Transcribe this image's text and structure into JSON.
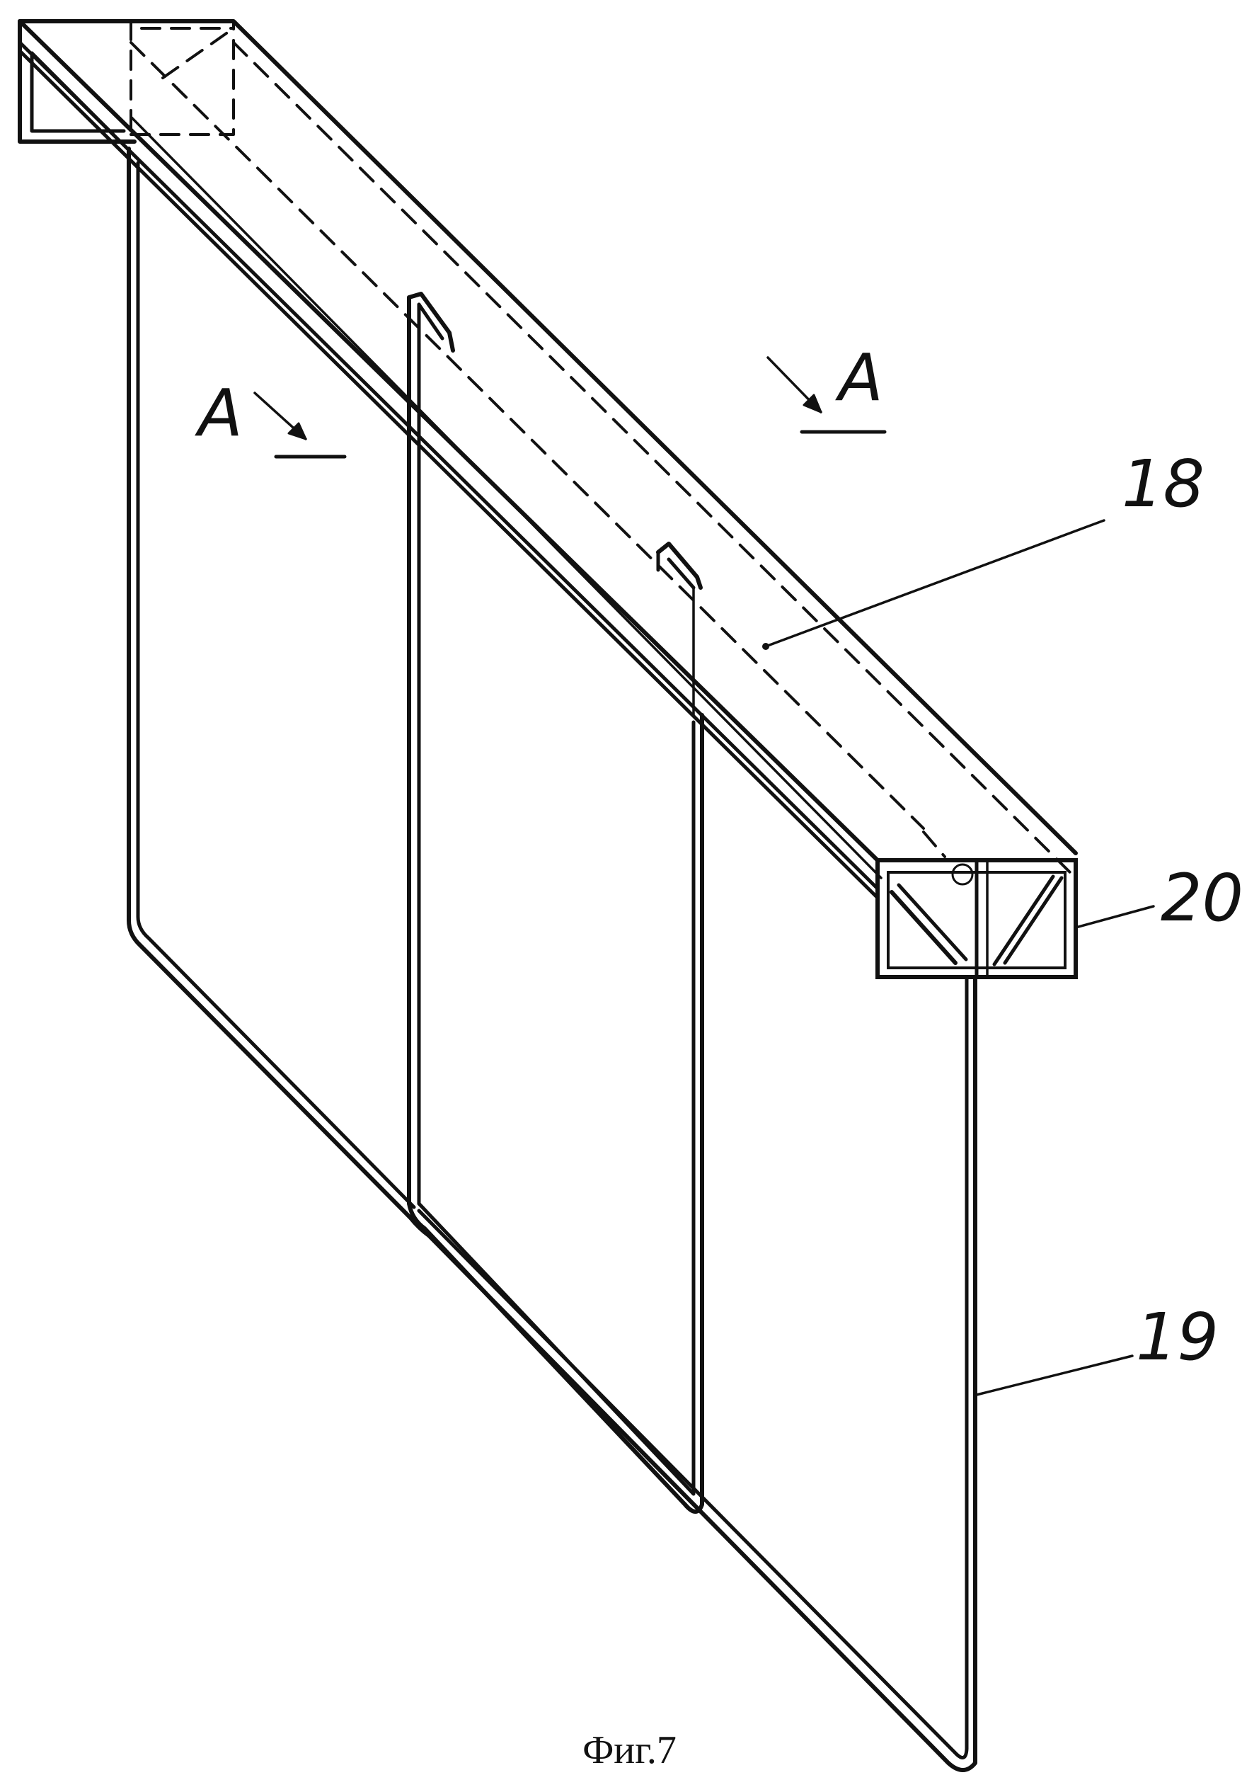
{
  "figure": {
    "caption": "Фиг.7",
    "section_labels": [
      "A",
      "A"
    ],
    "reference_numerals": {
      "beam": "18",
      "panel": "19",
      "end_profile": "20"
    }
  }
}
